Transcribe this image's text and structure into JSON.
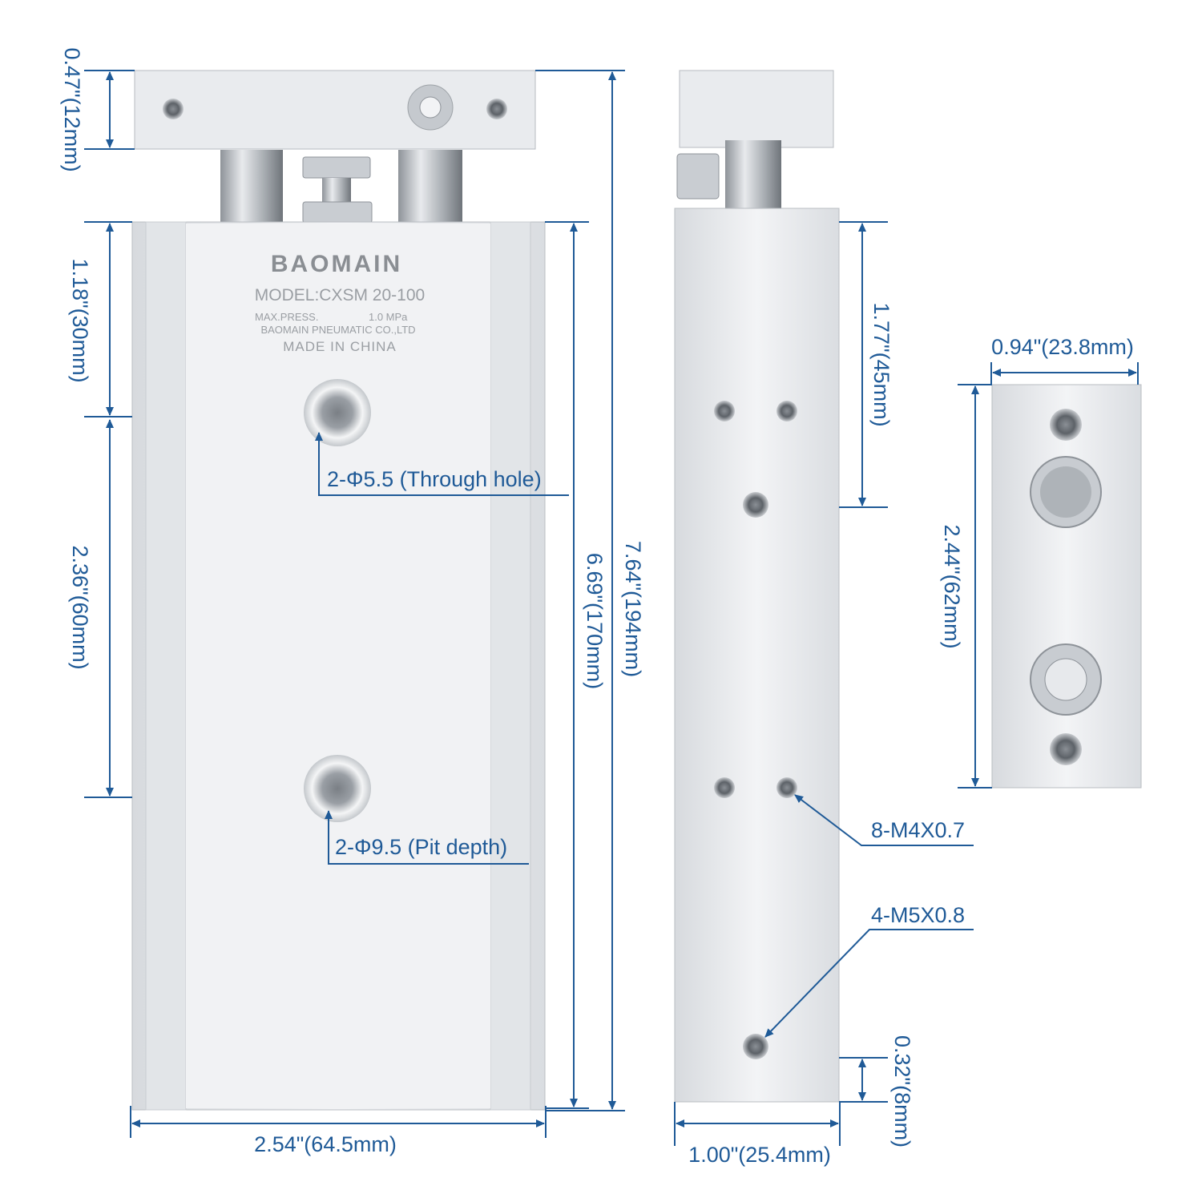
{
  "colors": {
    "dimension": "#1f5a97",
    "metal_light": "#eef0f3",
    "metal_mid": "#d9dce0",
    "metal_dark": "#9ea3a8"
  },
  "product_label": {
    "brand": "BAOMAIN",
    "model": "MODEL:CXSM 20-100",
    "max_press_label": "MAX.PRESS.",
    "max_press_value": "1.0 MPa",
    "maker": "BAOMAIN PNEUMATIC CO.,LTD",
    "origin": "MADE IN CHINA"
  },
  "dimensions": {
    "plate_thickness": "0.47\"(12mm)",
    "top_hole_offset": "1.18\"(30mm)",
    "hole_spacing": "2.36\"(60mm)",
    "body_length": "6.69\"(170mm)",
    "total_length": "7.64\"(194mm)",
    "body_width": "2.54\"(64.5mm)",
    "side_hole_offset": "1.77\"(45mm)",
    "side_bottom_offset": "0.32\"(8mm)",
    "side_width": "1.00\"(25.4mm)",
    "end_width": "0.94\"(23.8mm)",
    "end_height": "2.44\"(62mm)"
  },
  "callouts": {
    "through_hole": "2-Φ5.5 (Through hole)",
    "pit_depth": "2-Φ9.5 (Pit depth)",
    "m4": "8-M4X0.7",
    "m5": "4-M5X0.8"
  }
}
